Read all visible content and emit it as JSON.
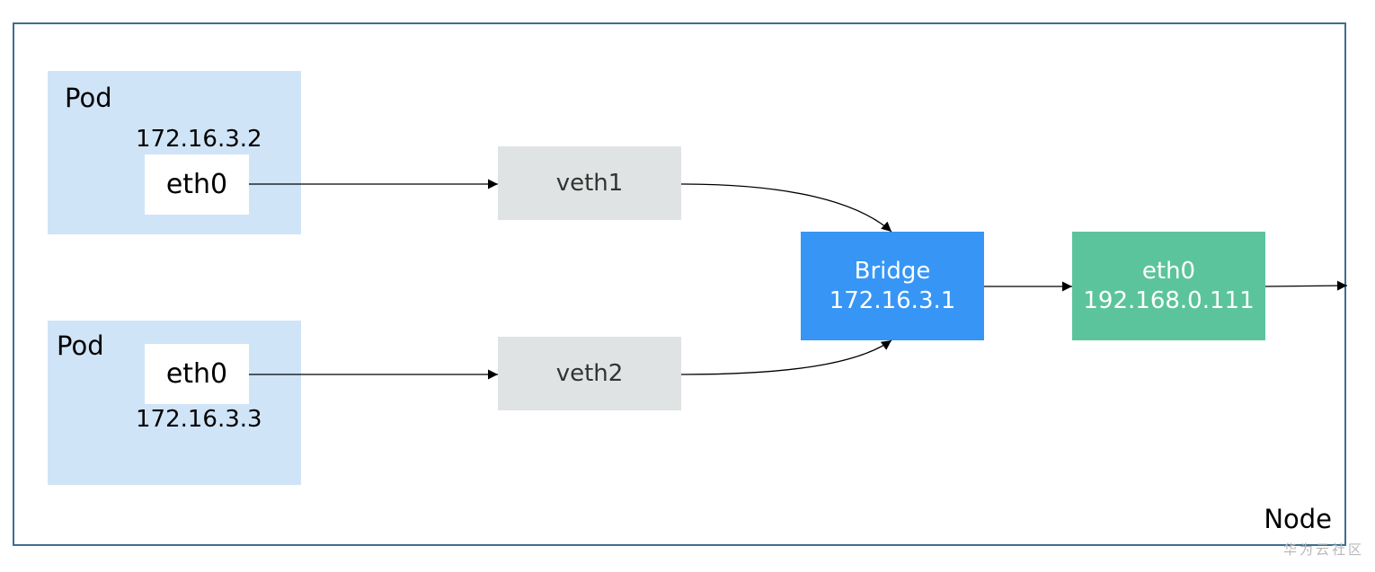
{
  "pods": [
    {
      "label": "Pod",
      "ip": "172.16.3.2",
      "iface": "eth0"
    },
    {
      "label": "Pod",
      "ip": "172.16.3.3",
      "iface": "eth0"
    }
  ],
  "veths": [
    "veth1",
    "veth2"
  ],
  "bridge": {
    "name": "Bridge",
    "ip": "172.16.3.1"
  },
  "host_iface": {
    "name": "eth0",
    "ip": "192.168.0.111"
  },
  "node_label": "Node",
  "watermark": "华为云社区",
  "colors": {
    "pod_bg": "#d0e4f7",
    "veth_bg": "#e0e3e3",
    "bridge_bg": "#3796f5",
    "host_iface_bg": "#5cc49d",
    "frame_border": "#3d6e8e"
  }
}
